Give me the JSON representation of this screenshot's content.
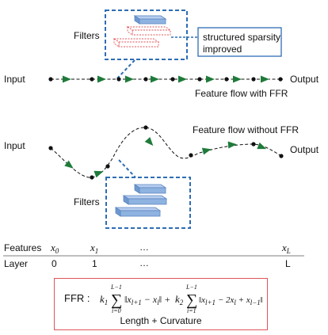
{
  "top_section": {
    "filters_label": "Filters",
    "callout_text_line1": "structured sparsity",
    "callout_text_line2": "improved",
    "input_label": "Input",
    "output_label": "Output",
    "flow_caption": "Feature flow with FFR"
  },
  "middle_section": {
    "input_label": "Input",
    "output_label": "Output",
    "flow_caption": "Feature flow without FFR",
    "filters_label": "Filters"
  },
  "axes": {
    "features_label": "Features",
    "layer_label": "Layer",
    "feature_x0": "x",
    "feature_x0_sub": "0",
    "feature_x1": "x",
    "feature_x1_sub": "1",
    "feature_dots": "…",
    "feature_xL": "x",
    "feature_xL_sub": "L",
    "layer_0": "0",
    "layer_1": "1",
    "layer_dots": "…",
    "layer_L": "L"
  },
  "ffr": {
    "label": "FFR :",
    "caption": "Length + Curvature",
    "k1": "k",
    "k1_sub": "1",
    "k2": "k",
    "k2_sub": "2",
    "sum_top": "L−1",
    "sum1_bottom": "i=0",
    "sum2_bottom": "i=1",
    "term1": "‖x",
    "term1_sub_a": "l+1",
    "term1_mid": " − x",
    "term1_sub_b": "l",
    "term1_end": "‖ +",
    "term2": "‖x",
    "term2_sub_a": "l+1",
    "term2_mid": " − 2x",
    "term2_sub_b": "l",
    "term2_mid2": " + x",
    "term2_sub_c": "l−1",
    "term2_end": "‖"
  },
  "colors": {
    "dashed_box": "#2e6db4",
    "filter_fill": "#8fb3e0",
    "filter_stroke": "#5a86c2",
    "pruned_stroke": "#e0555a",
    "arrow_green": "#1e7b3a",
    "ffr_border": "#e0555a"
  }
}
